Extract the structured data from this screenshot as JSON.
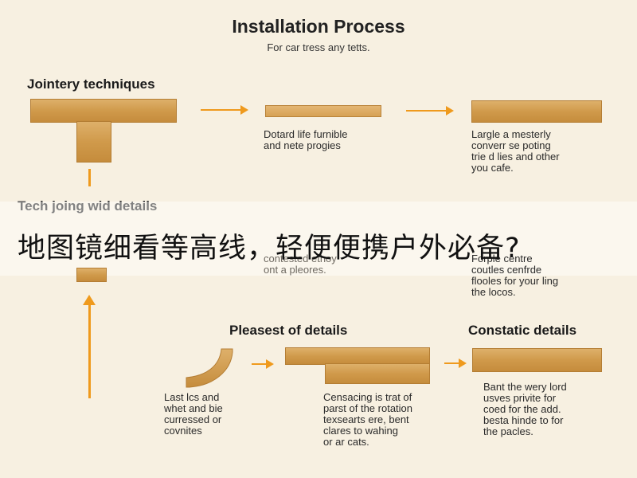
{
  "title": "Installation Process",
  "subtitle": "For car tress any tetts.",
  "section1": {
    "heading": "Jointery techniques",
    "step2_text": "Dotard life furnible\nand nete progies",
    "step3_text": "Largle a mesterly\nconverr se poting\ntrie d lies and other\nyou cafe."
  },
  "section2": {
    "heading": "Tech joing wid details",
    "step2_text": "contested ethoy\nont a pleores.",
    "step3_text": "Forple centre\ncoutles cenfrde\nflooles for your ling\nthe locos."
  },
  "section3": {
    "heading_middle": "Pleasest of details",
    "heading_right": "Constatic details",
    "step1_text": "Last lcs and\nwhet and bie\ncurressed or\ncovnites",
    "step2_text": "Censacing is trat of\nparst of the rotation\ntexsearts ere, bent\nclares to wahing\nor ar cats.",
    "step3_text": "Bant the wery lord\nusves privite for\ncoed for the add.\nbesta hinde to for\nthe pacles."
  },
  "overlay_banner": "地图镜细看等高线，轻便便携户外必备?",
  "colors": {
    "background": "#f7f0e1",
    "wood": "#d09a4b",
    "arrow": "#ef9a1d"
  }
}
